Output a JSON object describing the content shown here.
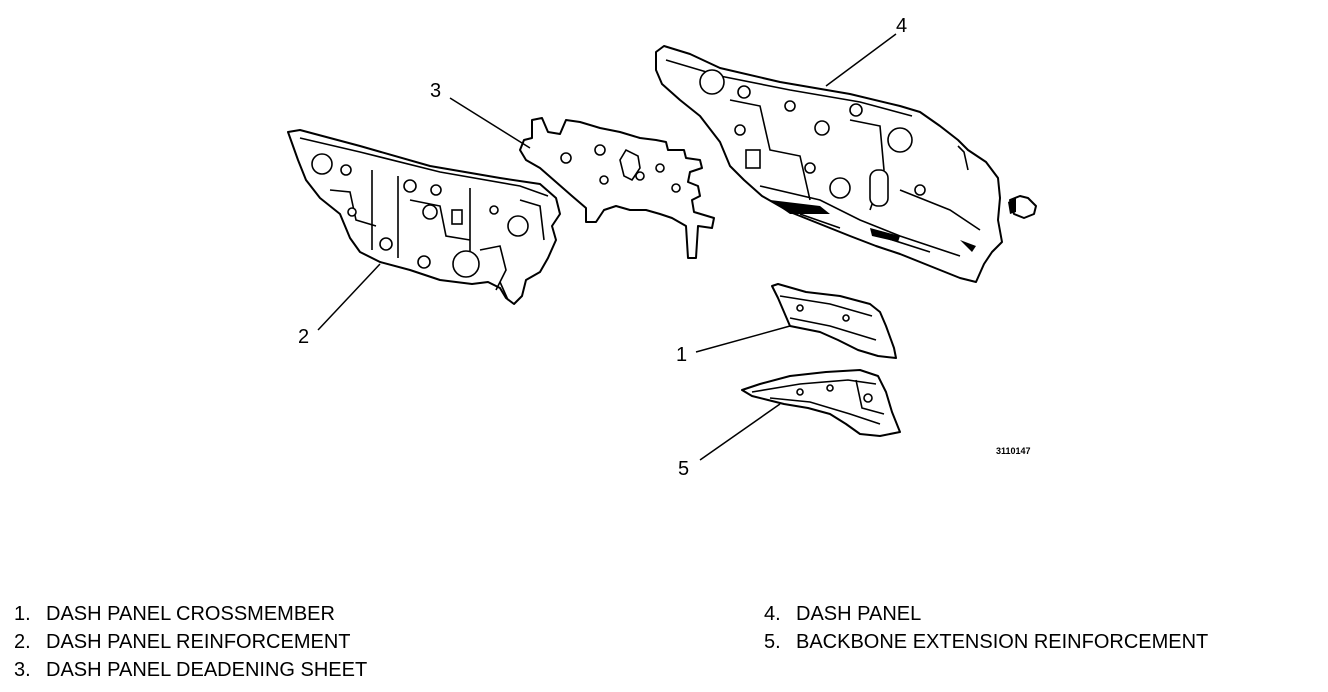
{
  "figure_id": "3110147",
  "callouts": {
    "c1": "1",
    "c2": "2",
    "c3": "3",
    "c4": "4",
    "c5": "5"
  },
  "legend": {
    "left": [
      {
        "num": "1.",
        "label": "DASH PANEL CROSSMEMBER"
      },
      {
        "num": "2.",
        "label": "DASH PANEL REINFORCEMENT"
      },
      {
        "num": "3.",
        "label": "DASH PANEL DEADENING SHEET"
      }
    ],
    "right": [
      {
        "num": "4.",
        "label": "DASH PANEL"
      },
      {
        "num": "5.",
        "label": "BACKBONE EXTENSION REINFORCEMENT"
      }
    ]
  }
}
